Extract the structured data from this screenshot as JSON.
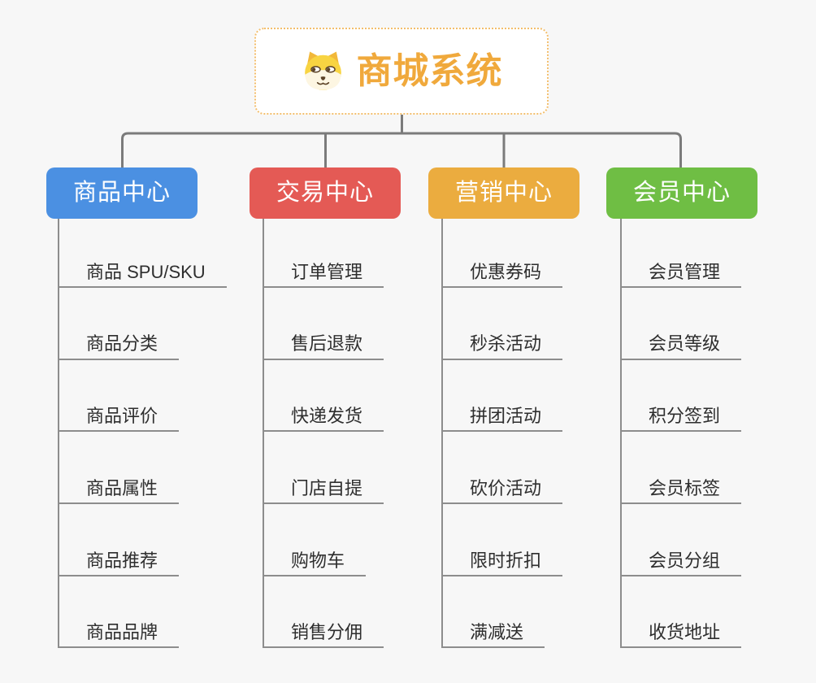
{
  "root": {
    "title": "商城系统",
    "icon": "dog-face-icon",
    "text_color": "#f0a93c",
    "border_color": "#f3be6c"
  },
  "branches": [
    {
      "label": "商品中心",
      "color": "#4b90e2",
      "children": [
        "商品 SPU/SKU",
        "商品分类",
        "商品评价",
        "商品属性",
        "商品推荐",
        "商品品牌"
      ]
    },
    {
      "label": "交易中心",
      "color": "#e45a55",
      "children": [
        "订单管理",
        "售后退款",
        "快递发货",
        "门店自提",
        "购物车",
        "销售分佣"
      ]
    },
    {
      "label": "营销中心",
      "color": "#ebac3f",
      "children": [
        "优惠券码",
        "秒杀活动",
        "拼团活动",
        "砍价活动",
        "限时折扣",
        "满减送"
      ]
    },
    {
      "label": "会员中心",
      "color": "#6fbe44",
      "children": [
        "会员管理",
        "会员等级",
        "积分签到",
        "会员标签",
        "会员分组",
        "收货地址"
      ]
    }
  ],
  "colors": {
    "background": "#f7f7f7",
    "connector": "#7b7b7b",
    "leaf_line": "#8d8d8d",
    "leaf_text": "#2e2e2e"
  }
}
